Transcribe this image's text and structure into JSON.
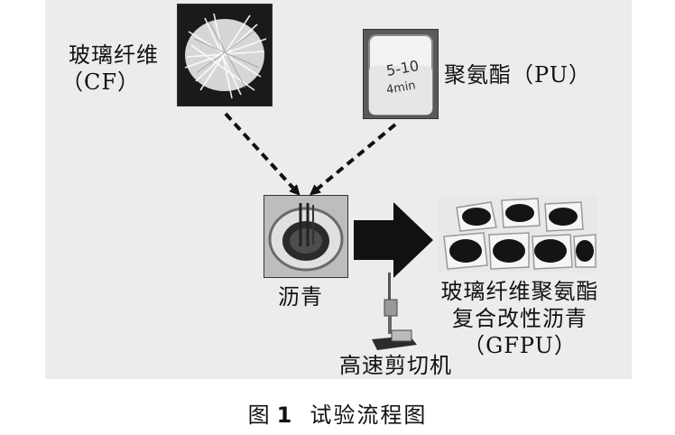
{
  "diagram": {
    "fiber": {
      "name": "玻璃纤维",
      "abbr": "（CF）"
    },
    "pu": {
      "name": "聚氨酯（PU）",
      "jar_text": "5-10 4min"
    },
    "asphalt": {
      "name": "沥青"
    },
    "shear": {
      "name": "高速剪切机"
    },
    "product": {
      "line1": "玻璃纤维聚氨酯",
      "line2": "复合改性沥青",
      "line3": "（GFPU）"
    }
  },
  "caption": {
    "prefix": "图",
    "number": "1",
    "title": "试验流程图"
  },
  "colors": {
    "panel": "#ececec",
    "arrow": "#111111"
  }
}
